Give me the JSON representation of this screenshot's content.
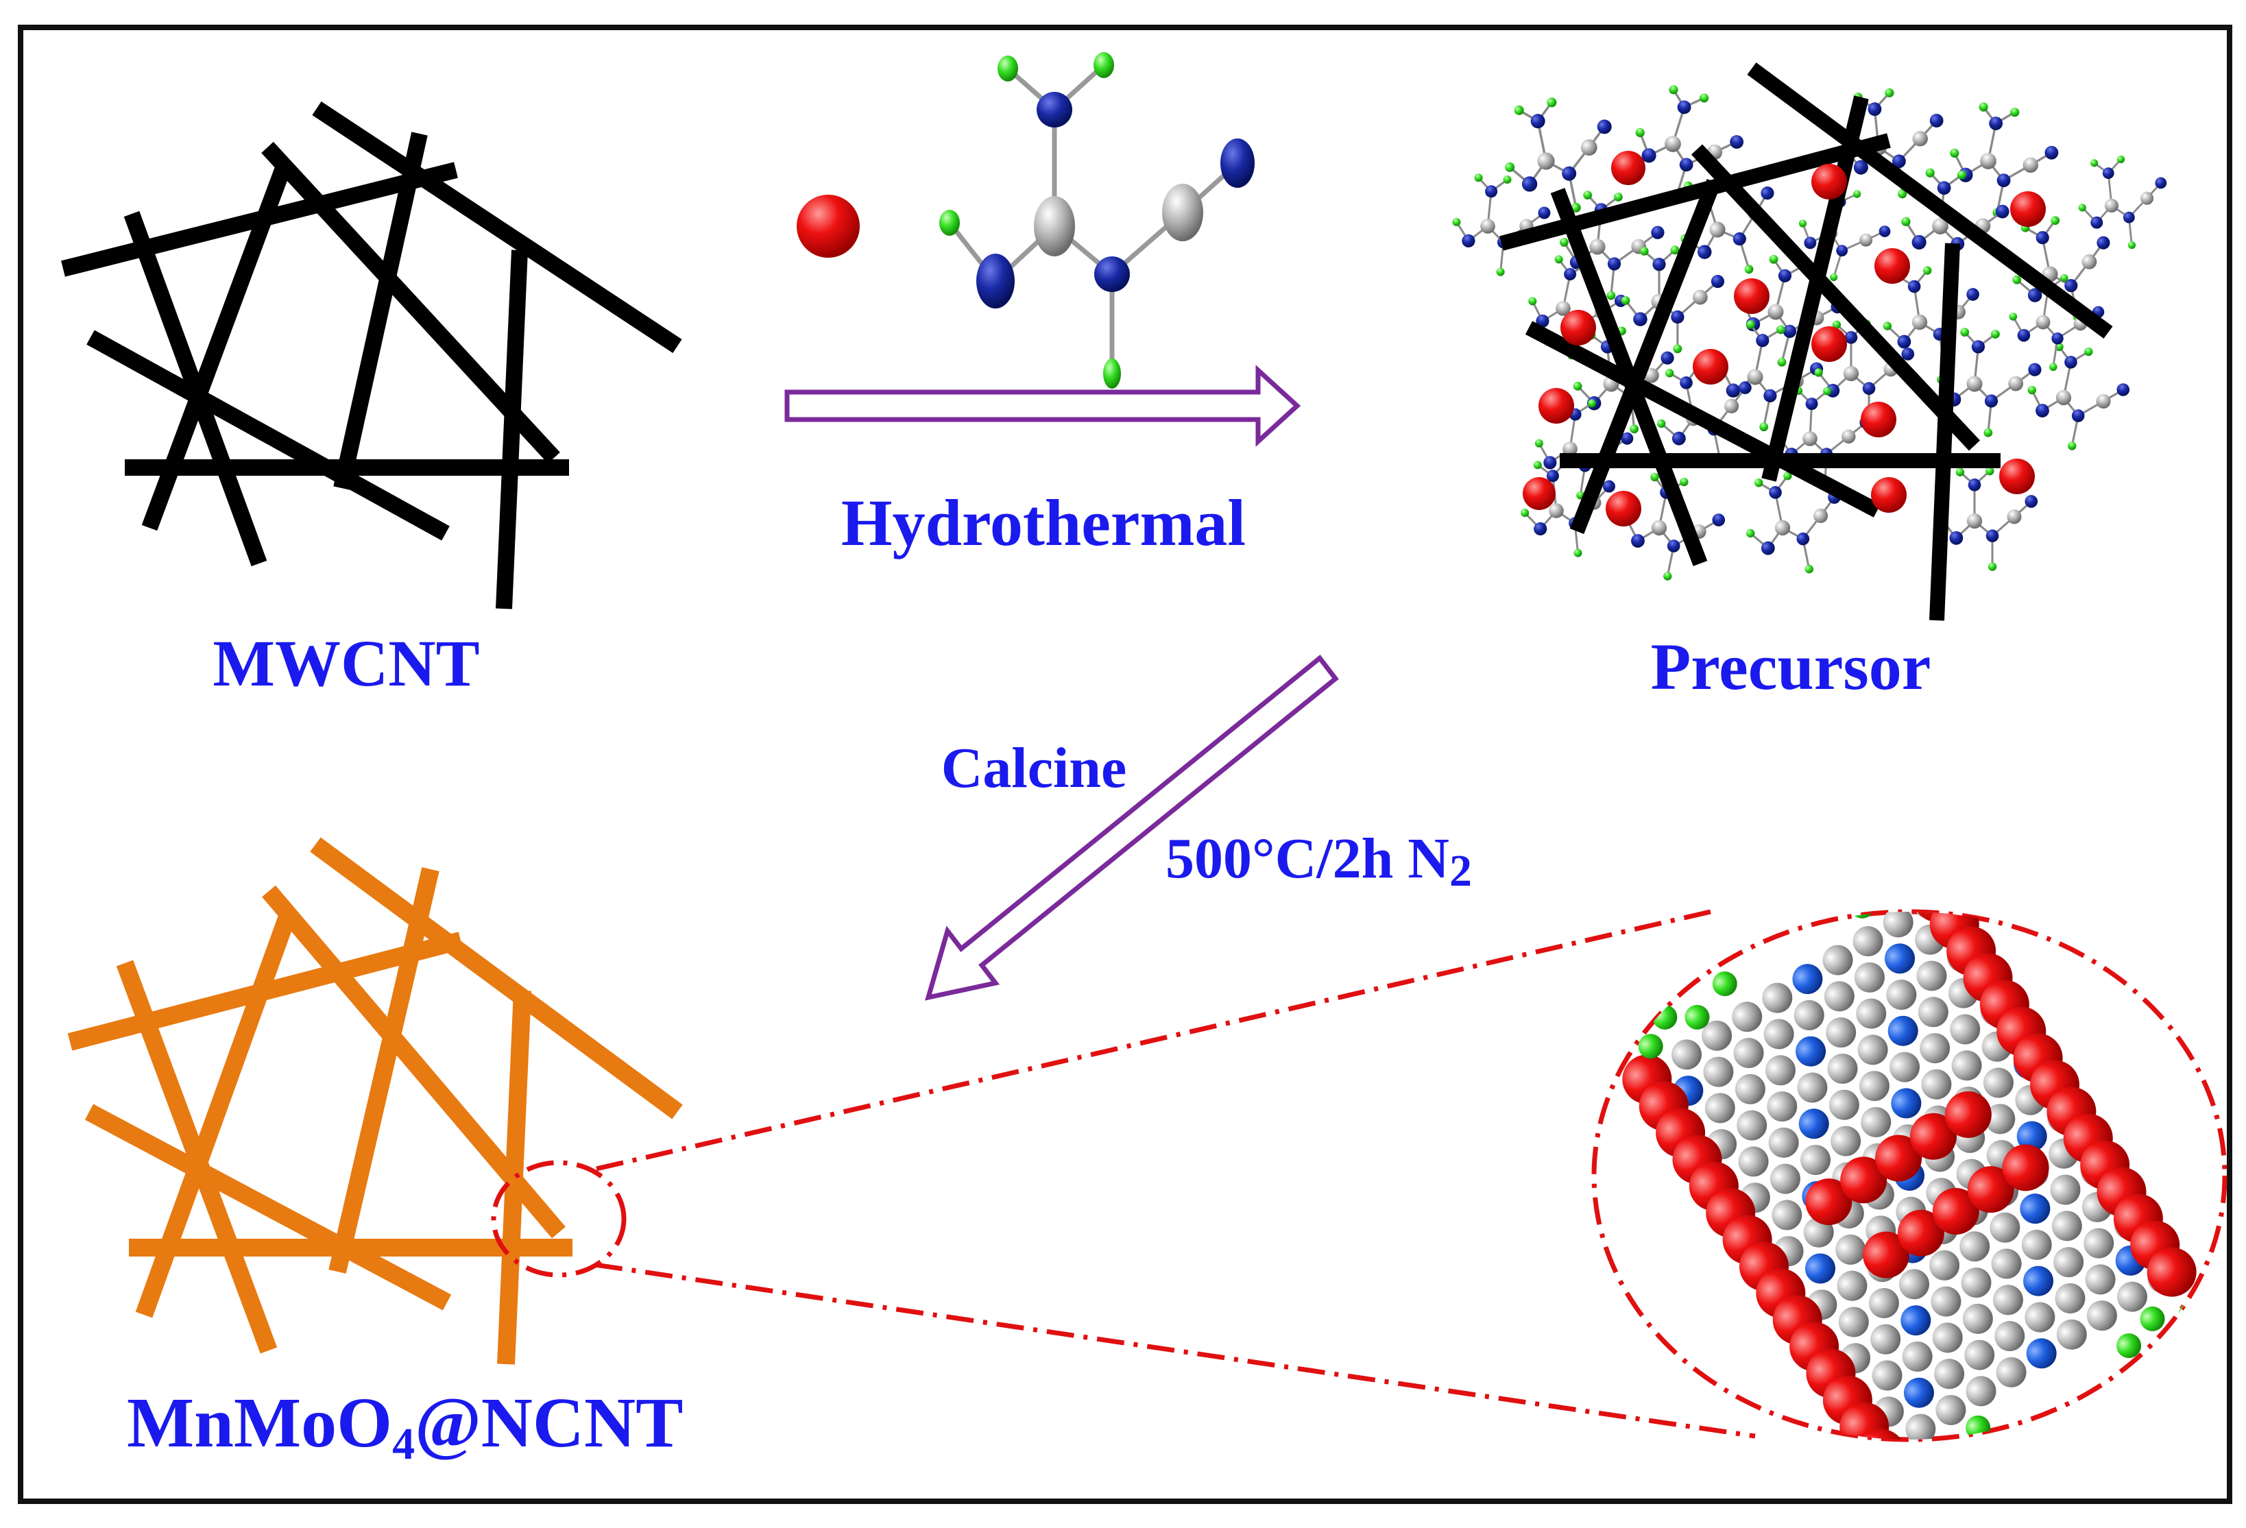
{
  "labels": {
    "mwcnt": "MWCNT",
    "hydrothermal": "Hydrothermal",
    "precursor": "Precursor",
    "calcine": "Calcine",
    "conditions": "500°C/2h N",
    "conditions_sub": "2",
    "final_main": "MnMoO",
    "final_sub": "4",
    "final_tail": "@NCNT"
  },
  "colors": {
    "label_blue": "#1a1aee",
    "cnt_black": "#000000",
    "cnt_orange": "#e87a12",
    "arrow_purple": "#7a2a9a",
    "oxygen_red": "#ee1111",
    "nitrogen_blue": "#1a2aa6",
    "hydrogen_green": "#33dd22",
    "carbon_gray": "#b4b4b4",
    "zoom_red": "#e01010"
  },
  "icons": {
    "reagent_ion": "red-sphere-icon",
    "reagent_molecule": "dicyandiamide-molecule-icon",
    "step_arrow": "hollow-arrow-icon",
    "zoom": "dash-dot-zoom-circle-icon"
  }
}
